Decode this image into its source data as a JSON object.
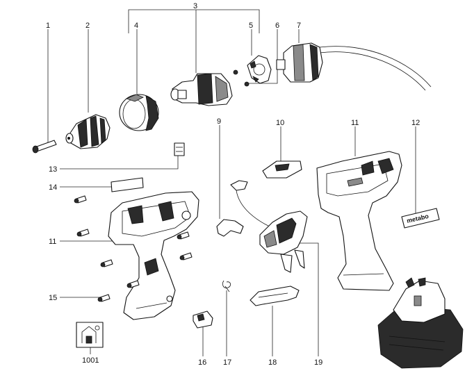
{
  "part_numbers": {
    "p1": "1",
    "p2": "2",
    "p3": "3",
    "p4": "4",
    "p5": "5",
    "p6": "6",
    "p7": "7",
    "p9": "9",
    "p10": "10",
    "p11_right": "11",
    "p11_left": "11",
    "p12": "12",
    "p13": "13",
    "p14": "14",
    "p15": "15",
    "p16": "16",
    "p17": "17",
    "p18": "18",
    "p19": "19",
    "p1001": "1001"
  },
  "label_text": {
    "brand": "metabo"
  }
}
